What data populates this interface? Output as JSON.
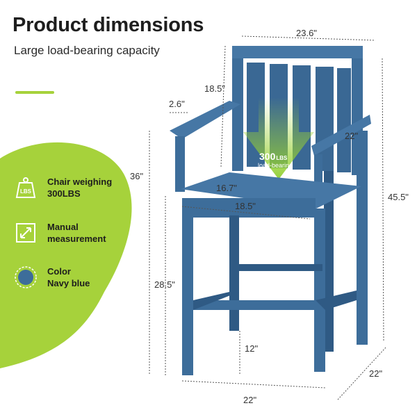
{
  "title": "Product dimensions",
  "subtitle": "Large load-bearing capacity",
  "features": [
    {
      "icon": "weight-icon",
      "icon_text": "LBS",
      "line1": "Chair weighing",
      "line2": "300LBS"
    },
    {
      "icon": "measure-icon",
      "line1": "Manual",
      "line2": "measurement"
    },
    {
      "icon": "color-dot-icon",
      "line1": "Color",
      "line2": "Navy blue"
    }
  ],
  "dimensions": {
    "top_width": "23.6\"",
    "back_height": "18.5\"",
    "arm_width": "2.6\"",
    "arm_depth": "22\"",
    "seat_height_total": "36\"",
    "seat_depth": "16.7\"",
    "seat_width": "18.5\"",
    "total_height": "45.5\"",
    "seat_floor": "28.5\"",
    "footrest": "12\"",
    "base_width": "22\"",
    "base_depth": "22\""
  },
  "load": {
    "value": "300",
    "unit": "LBS",
    "label": "load-bearing"
  },
  "colors": {
    "navy": "#3d6d9a",
    "navy_dark": "#2f5a84",
    "green": "#a6d23b",
    "text": "#1e1e1e"
  }
}
